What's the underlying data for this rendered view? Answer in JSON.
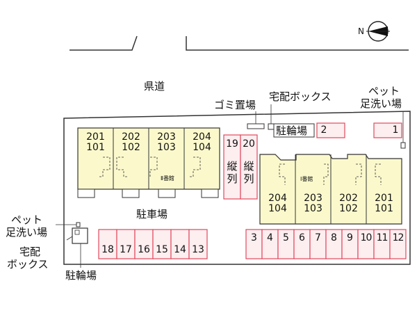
{
  "road_label": "県道",
  "garbage_label": "ゴミ置場",
  "delivery_box_top": "宅配ボックス",
  "bike_parking_top": "駐輪場",
  "pet_wash_top": {
    "line1": "ペット",
    "line2": "足洗い場"
  },
  "parking_label": "駐車場",
  "pet_wash_left": {
    "line1": "ペット",
    "line2": "足洗い場"
  },
  "delivery_box_left": {
    "line1": "宅配",
    "line2": "ボックス"
  },
  "bike_parking_left": "駐輪場",
  "building2_name": "Ⅱ番館",
  "building1_name": "Ⅰ番館",
  "building2_units": [
    {
      "upper": "201",
      "lower": "101"
    },
    {
      "upper": "202",
      "lower": "102"
    },
    {
      "upper": "203",
      "lower": "103"
    },
    {
      "upper": "204",
      "lower": "104"
    }
  ],
  "building1_units": [
    {
      "upper": "204",
      "lower": "104"
    },
    {
      "upper": "203",
      "lower": "103"
    },
    {
      "upper": "202",
      "lower": "102"
    },
    {
      "upper": "201",
      "lower": "101"
    }
  ],
  "vertical_spaces": [
    {
      "number": "19",
      "line1": "縦",
      "line2": "列"
    },
    {
      "number": "20",
      "line1": "縦",
      "line2": "列"
    }
  ],
  "top_spaces": [
    "2",
    "1"
  ],
  "left_spaces": [
    "18",
    "17",
    "16",
    "15",
    "14",
    "13"
  ],
  "right_spaces": [
    "3",
    "4",
    "5",
    "6",
    "7",
    "8",
    "9",
    "10",
    "11",
    "12"
  ],
  "compass_letter": "N",
  "colors": {
    "building_fill": "#fbf9cc",
    "space_fill": "#fdeef0",
    "space_stroke": "#e0495c",
    "site_stroke": "#333333"
  }
}
